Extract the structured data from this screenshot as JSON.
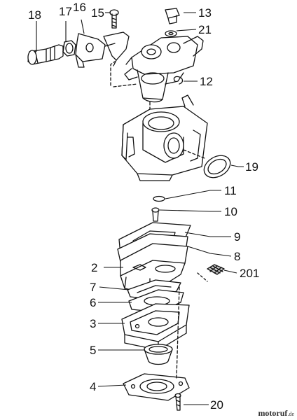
{
  "labels": {
    "p18": "18",
    "p17": "17",
    "p16": "16",
    "p15": "15",
    "p13": "13",
    "p21": "21",
    "p12": "12",
    "p19": "19",
    "p11": "11",
    "p10": "10",
    "p9": "9",
    "p8": "8",
    "p201": "201",
    "p2": "2",
    "p7": "7",
    "p6": "6",
    "p3": "3",
    "p5": "5",
    "p4": "4",
    "p20": "20"
  },
  "watermark": {
    "brand": "motoruf",
    "suffix": ".de"
  }
}
